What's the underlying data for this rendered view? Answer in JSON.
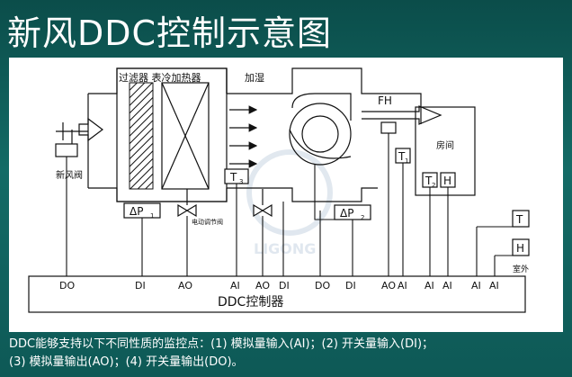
{
  "title": "新风DDC控制示意图",
  "diagram": {
    "top_labels": {
      "filter_cooler_heater": "过滤器 表冷加热器",
      "humidify": "加湿"
    },
    "fh_label": "FH",
    "room_label": "房间",
    "fresh_air_damper_label": "新风阀",
    "valve_label": "电动调节阀",
    "outdoor_label": "室外",
    "watermark": "LIGONG",
    "sensors": {
      "dp1": "ΔP",
      "dp1_sub": "1",
      "dp2": "ΔP",
      "dp2_sub": "2",
      "t3": "T",
      "t3_sub": "3",
      "t1": "T",
      "t1_sub": "1",
      "t2": "T",
      "t2_sub": "2",
      "h_room": "H",
      "t_out": "T",
      "h_out": "H"
    },
    "controller_label": "DDC控制器",
    "io_points": [
      "DO",
      "DI",
      "AO",
      "AI",
      "AO",
      "DI",
      "DO",
      "DI",
      "AO",
      "AI",
      "AI",
      "AI",
      "AI",
      "AI"
    ]
  },
  "caption": {
    "line1": "DDC能够支持以下不同性质的监控点：(1) 模拟量输入(AI)；(2) 开关量输入(DI)；",
    "line2": "(3) 模拟量输出(AO)；(4) 开关量输出(DO)。"
  },
  "colors": {
    "background": "#0f5a57",
    "diagram_background": "#ffffff",
    "line": "#111111"
  }
}
